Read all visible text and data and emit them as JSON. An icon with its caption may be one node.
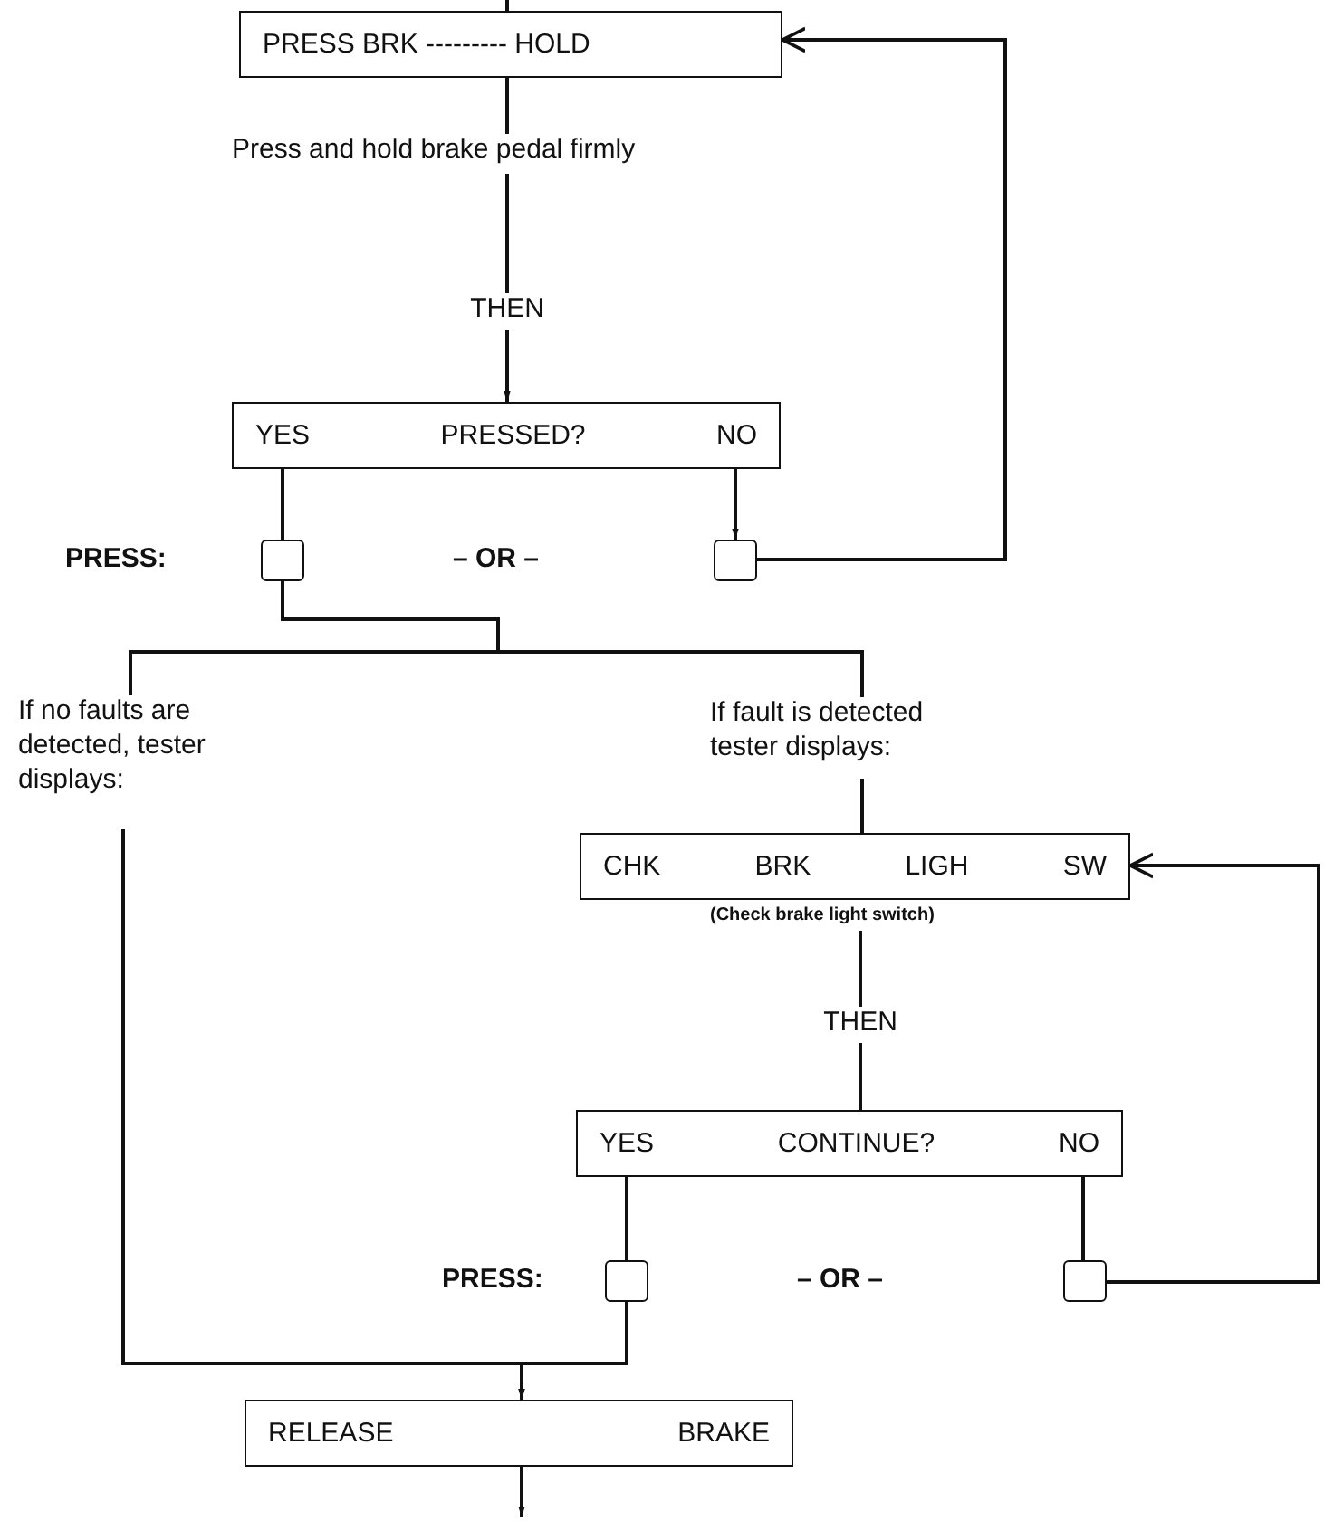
{
  "diagram": {
    "nodes": [
      {
        "text": [
          "PRESS BRK --------- HOLD"
        ]
      },
      {
        "text": [
          "Press and hold brake pedal firmly"
        ]
      },
      {
        "text": [
          "THEN"
        ]
      },
      {
        "text": [
          "YES",
          "PRESSED?",
          "NO"
        ]
      },
      {
        "text": [],
        "shape": "box"
      },
      {
        "text": [],
        "shape": "box"
      },
      {
        "text": [
          "If no faults are detected, tester displays:"
        ]
      },
      {
        "text": [
          "If fault is detected tester displays:"
        ]
      },
      {
        "text": [
          "CHK",
          "BRK",
          "LIGH",
          "SW"
        ],
        "beside": [
          "(Check brake light switch)"
        ]
      },
      {
        "text": [
          "THEN"
        ]
      },
      {
        "text": [
          "YES",
          "CONTINUE?",
          "NO"
        ]
      },
      {
        "text": [],
        "shape": "box"
      },
      {
        "text": [],
        "shape": "box"
      },
      {
        "text": [
          "RELEASE",
          "BRAKE"
        ]
      }
    ],
    "edges": [
      {
        "from": null,
        "to": 0,
        "arrow": "none"
      },
      {
        "from": 0,
        "to": 1,
        "arrow": "none"
      },
      {
        "from": 1,
        "to": 2,
        "arrow": "none"
      },
      {
        "from": 2,
        "to": 3,
        "arrow": "to"
      },
      {
        "from": 3,
        "to": 4,
        "arrow": "none"
      },
      {
        "from": 3,
        "to": 5,
        "arrow": "to"
      },
      {
        "from": 5,
        "to": 0,
        "arrow": "to"
      },
      {
        "from": 4,
        "to": 6,
        "arrow": "none"
      },
      {
        "from": 4,
        "to": 7,
        "arrow": "none"
      },
      {
        "from": 7,
        "to": 8,
        "arrow": "none"
      },
      {
        "from": 8,
        "to": 9,
        "arrow": "none"
      },
      {
        "from": 9,
        "to": 10,
        "arrow": "none"
      },
      {
        "from": 10,
        "to": 11,
        "arrow": "none"
      },
      {
        "from": 10,
        "to": 12,
        "arrow": "none"
      },
      {
        "from": 12,
        "to": 8,
        "arrow": "to"
      },
      {
        "from": 6,
        "to": 13,
        "arrow": "to"
      },
      {
        "from": 11,
        "to": 13,
        "arrow": "to"
      },
      {
        "from": 13,
        "to": null,
        "arrow": "to"
      }
    ],
    "labels": [
      "PRESS:",
      "– OR –",
      "PRESS:",
      "– OR –"
    ]
  }
}
